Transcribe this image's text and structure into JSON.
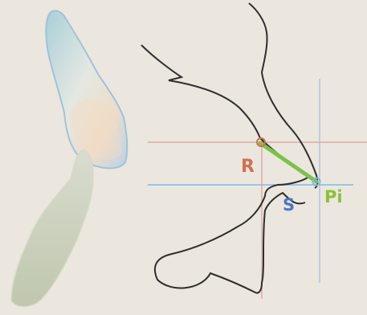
{
  "figure": {
    "labels": {
      "r": "R",
      "s": "S",
      "pi": "Pi"
    },
    "colors": {
      "background": "#ebe7de",
      "outline": "#2e2e2e",
      "horizontal_guide": "#d8a09a",
      "vertical_guide": "#a8b8e0",
      "reference_line": "#7fb8e8",
      "segment": "#7cc24a",
      "r_label": "#d46e52",
      "s_label": "#4a78c8",
      "pi_label": "#8cbf3a",
      "upper_tooth": "#d8e4ea",
      "lower_tooth": "#c8ceba"
    }
  }
}
